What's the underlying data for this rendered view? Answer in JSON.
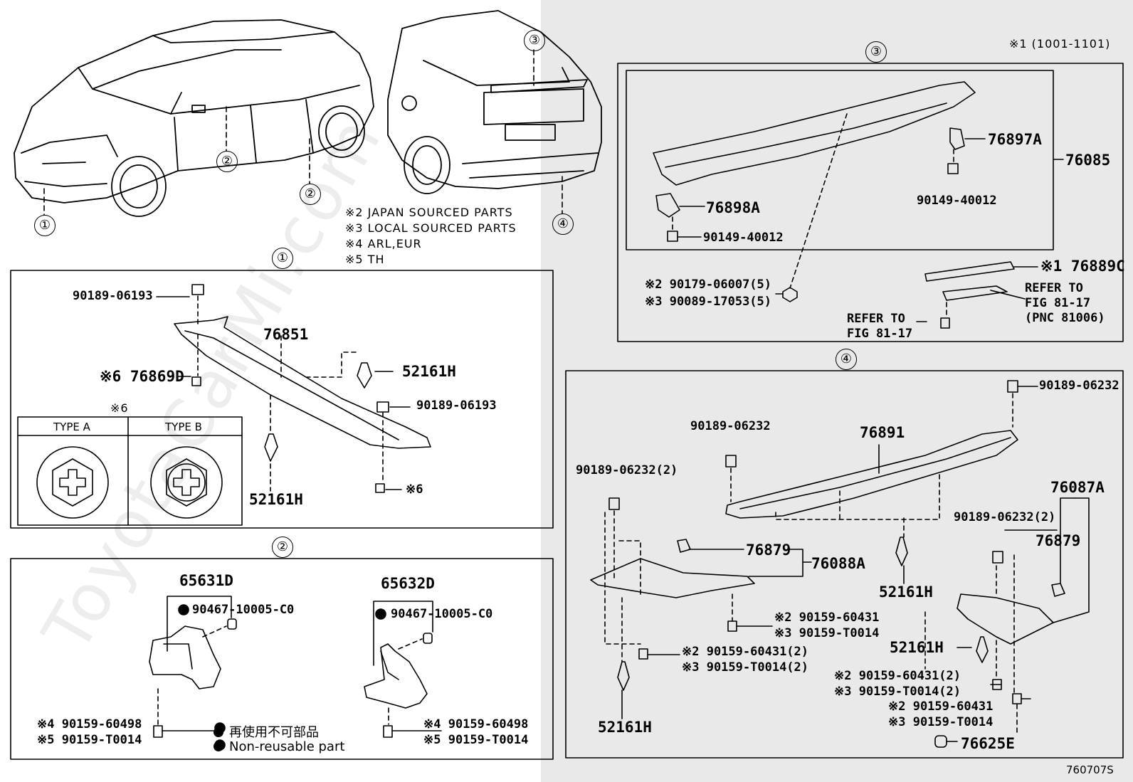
{
  "doc_code": "760707S",
  "watermark": "ToyotaCarMi.com",
  "range_note": "※1 (1001-1101)",
  "notes": {
    "n2": "※2 JAPAN SOURCED PARTS",
    "n3": "※3 LOCAL SOURCED PARTS",
    "n4": "※4 ARL,EUR",
    "n5": "※5 TH"
  },
  "callouts": {
    "c1": "①",
    "c2": "②",
    "c3": "③",
    "c4": "④"
  },
  "legend": {
    "jp": "再使用不可部品",
    "en": "Non-reusable part"
  },
  "section1": {
    "title": "①",
    "type_note": "※6",
    "type_a": "TYPE A",
    "type_b": "TYPE B",
    "parts": {
      "p90189_top": "90189-06193",
      "p76851": "76851",
      "p76869D": "※6 76869D",
      "p52161H_r": "52161H",
      "p90189_mid": "90189-06193",
      "p52161H_b": "52161H",
      "p6_note": "※6"
    }
  },
  "section2": {
    "title": "②",
    "parts": {
      "p65631D": "65631D",
      "p90467_l": "90467-10005-C0",
      "p60498_l": "※4 90159-60498",
      "pT0014_l": "※5 90159-T0014",
      "p65632D": "65632D",
      "p90467_r": "90467-10005-C0",
      "p60498_r": "※4 90159-60498",
      "pT0014_r": "※5 90159-T0014"
    }
  },
  "section3": {
    "title": "③",
    "parts": {
      "p76897A": "76897A",
      "p76085": "76085",
      "p90149_r": "90149-40012",
      "p76898A": "76898A",
      "p90149_l": "90149-40012",
      "p76889C": "※1 76889C",
      "p90179": "※2 90179-06007(5)",
      "p90089": "※3 90089-17053(5)",
      "ref_r1": "REFER TO",
      "ref_r2": "FIG 81-17",
      "ref_r3": "(PNC 81006)",
      "ref_l1": "REFER TO",
      "ref_l2": "FIG 81-17"
    }
  },
  "section4": {
    "title": "④",
    "parts": {
      "p06232_tr": "90189-06232",
      "p06232_t": "90189-06232",
      "p76891": "76891",
      "p06232_2_l": "90189-06232(2)",
      "p76087A": "76087A",
      "p06232_2_r": "90189-06232(2)",
      "p76879_r": "76879",
      "p76879_l": "76879",
      "p76088A": "76088A",
      "p52161H_c": "52161H",
      "p60431_a": "※2 90159-60431",
      "pT0014_a": "※3 90159-T0014",
      "p60431_b": "※2 90159-60431(2)",
      "pT0014_b": "※3 90159-T0014(2)",
      "p52161H_r": "52161H",
      "p60431_c": "※2 90159-60431(2)",
      "pT0014_c": "※3 90159-T0014(2)",
      "p60431_d": "※2 90159-60431",
      "pT0014_d": "※3 90159-T0014",
      "p52161H_b": "52161H",
      "p76625E": "76625E"
    }
  }
}
